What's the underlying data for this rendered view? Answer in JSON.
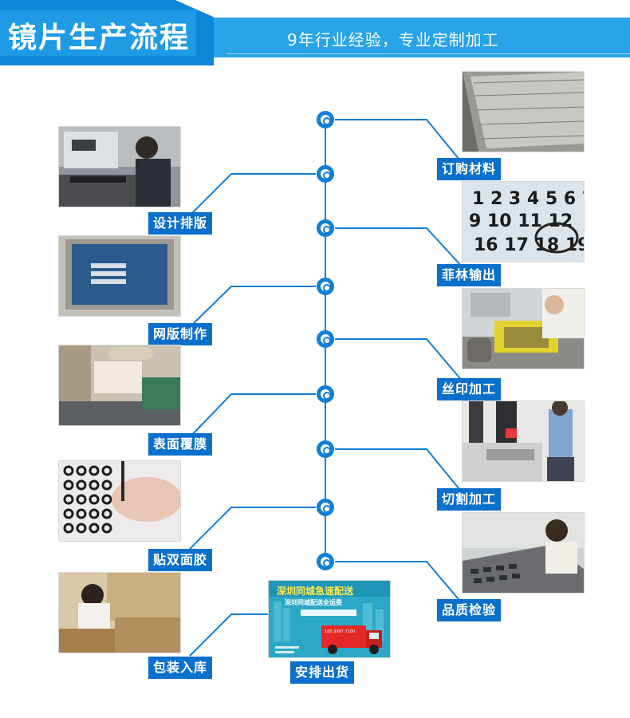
{
  "header": {
    "title": "镜片生产流程",
    "subtitle": "9年行业经验，专业定制加工"
  },
  "steps_left": [
    {
      "label": "设计排版",
      "icon": "design-layout-photo"
    },
    {
      "label": "网版制作",
      "icon": "screen-making-photo"
    },
    {
      "label": "表面覆膜",
      "icon": "surface-laminating-photo"
    },
    {
      "label": "贴双面胶",
      "icon": "double-sided-tape-photo"
    },
    {
      "label": "包装入库",
      "icon": "packing-storage-photo"
    }
  ],
  "steps_right": [
    {
      "label": "订购材料",
      "icon": "material-order-photo"
    },
    {
      "label": "菲林输出",
      "icon": "film-output-photo"
    },
    {
      "label": "丝印加工",
      "icon": "silk-print-photo"
    },
    {
      "label": "切割加工",
      "icon": "cutting-photo"
    },
    {
      "label": "品质检验",
      "icon": "quality-inspection-photo"
    }
  ],
  "shipping": {
    "label": "安排出货",
    "banner_title": "深圳同城急速配送",
    "banner_subtitle": "深圳同城配送全运费",
    "banner_phone": "180 9997 7100"
  },
  "colors": {
    "accent": "#0f7ed6",
    "header_bar": "#27a3e8",
    "label_bg": "#0b6fcc",
    "title_box": "#1f9be6"
  }
}
